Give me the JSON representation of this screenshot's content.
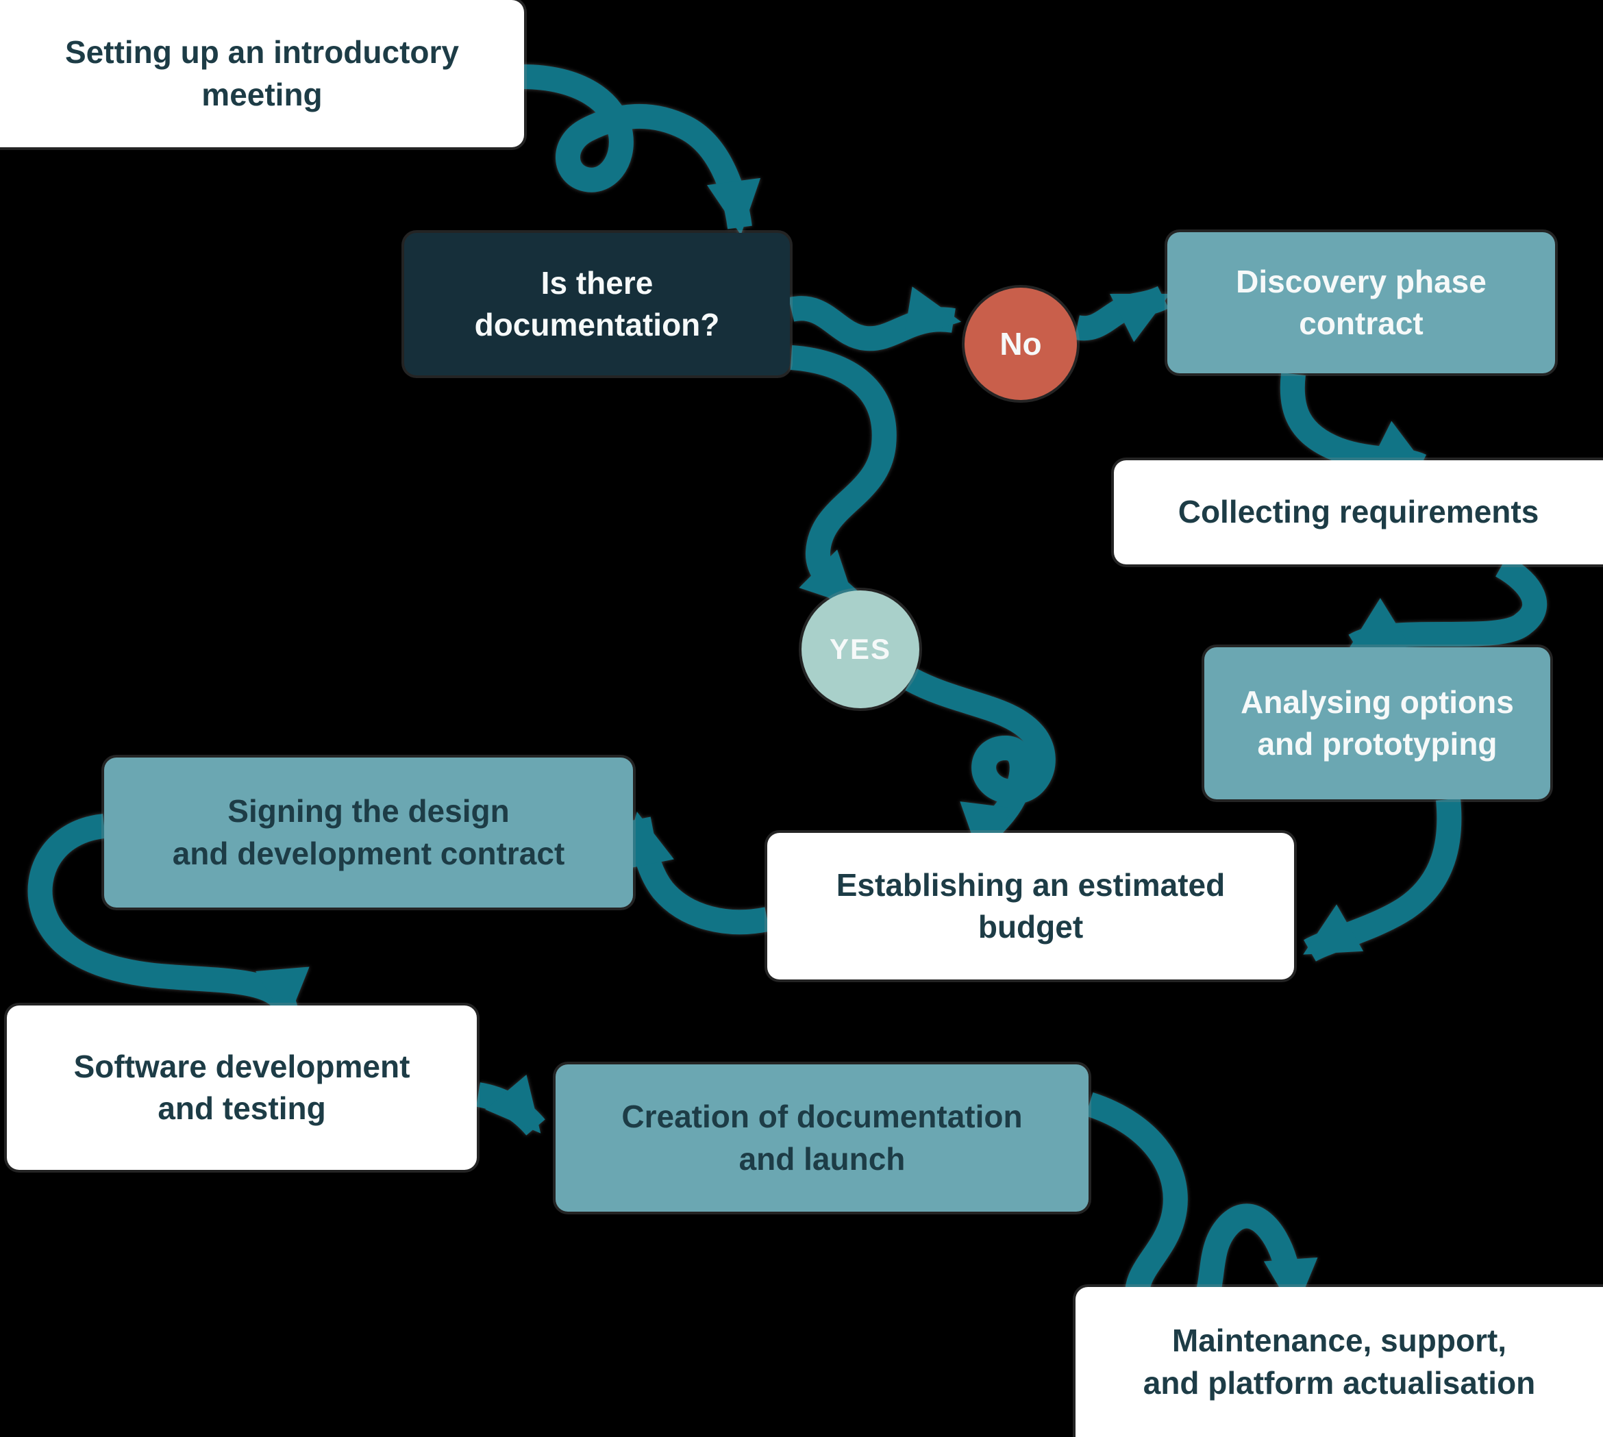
{
  "background": "#000000",
  "colors": {
    "background": "#000000",
    "arrow": "#117486",
    "node_white_bg": "#ffffff",
    "node_teal_bg": "#6ba7b2",
    "node_dark_bg": "#162f3a",
    "no_circle_bg": "#c95f4b",
    "yes_circle_bg": "#a9d0ca",
    "text_dark": "#1d3c46",
    "text_light": "#f6f9f9"
  },
  "nodes": {
    "intro": {
      "label": "Setting up an introductory\nmeeting"
    },
    "question": {
      "label": "Is there\ndocumentation?"
    },
    "no_badge": {
      "label": "No"
    },
    "yes_badge": {
      "label": "YES"
    },
    "discovery": {
      "label": "Discovery phase\ncontract"
    },
    "collecting": {
      "label": "Collecting requirements"
    },
    "analysing": {
      "label": "Analysing options\nand prototyping"
    },
    "budget": {
      "label": "Establishing an estimated\nbudget"
    },
    "signing": {
      "label": "Signing the design\nand development contract"
    },
    "software": {
      "label": "Software development\nand testing"
    },
    "creation": {
      "label": "Creation of documentation\nand launch"
    },
    "maintenance": {
      "label": "Maintenance, support,\nand platform actualisation"
    }
  },
  "edges": [
    {
      "from": "setting-up-introductory-meeting",
      "to": "is-there-documentation",
      "label": ""
    },
    {
      "from": "is-there-documentation",
      "to": "discovery-phase-contract",
      "label": "No"
    },
    {
      "from": "discovery-phase-contract",
      "to": "collecting-requirements",
      "label": ""
    },
    {
      "from": "collecting-requirements",
      "to": "analysing-options-and-prototyping",
      "label": ""
    },
    {
      "from": "analysing-options-and-prototyping",
      "to": "establishing-estimated-budget",
      "label": ""
    },
    {
      "from": "is-there-documentation",
      "to": "establishing-estimated-budget",
      "label": "YES"
    },
    {
      "from": "establishing-estimated-budget",
      "to": "signing-design-development-contract",
      "label": ""
    },
    {
      "from": "signing-design-development-contract",
      "to": "software-development-and-testing",
      "label": ""
    },
    {
      "from": "software-development-and-testing",
      "to": "creation-of-documentation-and-launch",
      "label": ""
    },
    {
      "from": "creation-of-documentation-and-launch",
      "to": "maintenance-support-platform-actualisation",
      "label": ""
    }
  ]
}
